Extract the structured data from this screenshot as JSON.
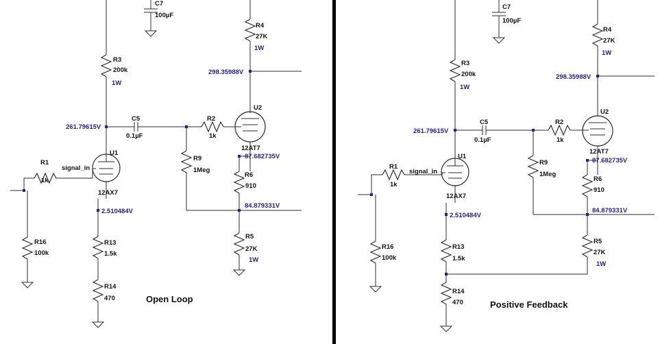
{
  "colors": {
    "wire": "#2e2e2e",
    "node": "#1f1f9a",
    "voltage": "#1f1f9a",
    "divider": "#000000"
  },
  "left": {
    "title": "Open Loop",
    "C7": {
      "name": "C7",
      "value": "100µF"
    },
    "R3": {
      "name": "R3",
      "value": "200k",
      "rating": "1W"
    },
    "R4": {
      "name": "R4",
      "value": "27K",
      "rating": "1W"
    },
    "C5": {
      "name": "C5",
      "value": "0.1µF"
    },
    "R2": {
      "name": "R2",
      "value": "1k"
    },
    "R9": {
      "name": "R9",
      "value": "1Meg"
    },
    "R1": {
      "name": "R1",
      "value": "1k"
    },
    "R6": {
      "name": "R6",
      "value": "910"
    },
    "R5": {
      "name": "R5",
      "value": "27K",
      "rating": "1W"
    },
    "R16": {
      "name": "R16",
      "value": "100k"
    },
    "R13": {
      "name": "R13",
      "value": "1.5k"
    },
    "R14": {
      "name": "R14",
      "value": "470"
    },
    "U1": {
      "name": "U1",
      "type": "12AX7"
    },
    "U2": {
      "name": "U2",
      "type": "12AT7"
    },
    "signal_label": "signal_in",
    "voltages": {
      "v_u2_plate": "298.35988V",
      "v_u1_plate": "261.79615V",
      "v_u2_cathode": "87.682735V",
      "v_feedback": "84.879331V",
      "v_u1_cathode": "2.510484V"
    }
  },
  "right": {
    "title": "Positive Feedback",
    "C7": {
      "name": "C7",
      "value": "100µF"
    },
    "R3": {
      "name": "R3",
      "value": "200k",
      "rating": "1W"
    },
    "R4": {
      "name": "R4",
      "value": "27K",
      "rating": "1W"
    },
    "C5": {
      "name": "C5",
      "value": "0.1µF"
    },
    "R2": {
      "name": "R2",
      "value": "1k"
    },
    "R9": {
      "name": "R9",
      "value": "1Meg"
    },
    "R1": {
      "name": "R1",
      "value": "1k"
    },
    "R6": {
      "name": "R6",
      "value": "910"
    },
    "R5": {
      "name": "R5",
      "value": "27K",
      "rating": "1W"
    },
    "R16": {
      "name": "R16",
      "value": "100k"
    },
    "R13": {
      "name": "R13",
      "value": "1.5k"
    },
    "R14": {
      "name": "R14",
      "value": "470"
    },
    "U1": {
      "name": "U1",
      "type": "12AX7"
    },
    "U2": {
      "name": "U2",
      "type": "12AT7"
    },
    "signal_label": "signal_in",
    "voltages": {
      "v_u2_plate": "298.35988V",
      "v_u1_plate": "261.79615V",
      "v_u2_cathode": "87.682735V",
      "v_feedback": "84.879331V",
      "v_u1_cathode": "2.510484V"
    }
  }
}
